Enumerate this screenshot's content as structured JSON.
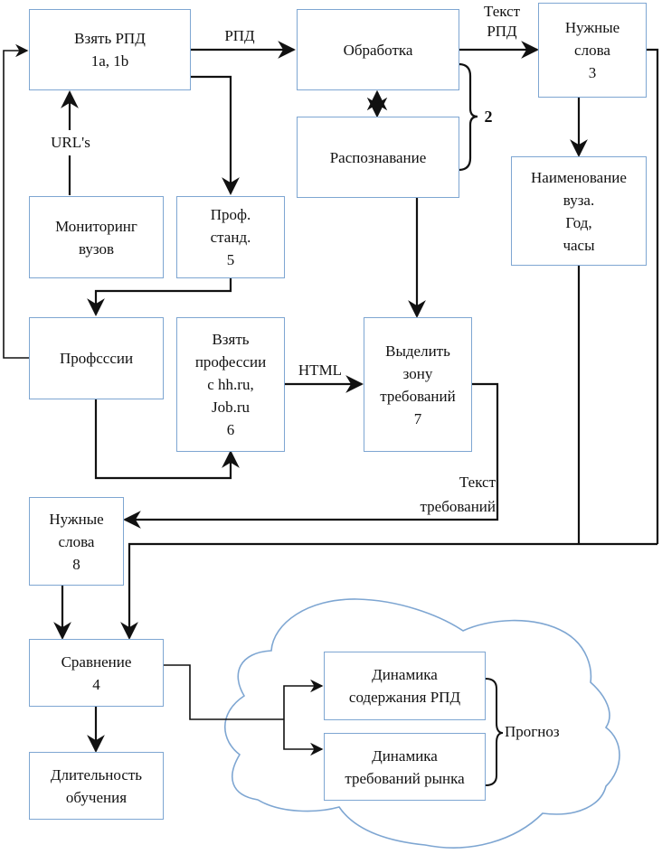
{
  "diagram": {
    "boxes": {
      "take_rpd": {
        "text": "Взять РПД\n1a, 1b"
      },
      "processing": {
        "text": "Обработка"
      },
      "recognition": {
        "text": "Распознавание"
      },
      "needed_words_3": {
        "text": "Нужные\nслова\n3"
      },
      "university_name": {
        "text": "Наименование\nвуза.\nГод,\nчасы"
      },
      "monitoring": {
        "text": "Мониторинг\nвузов"
      },
      "prof_standard": {
        "text": "Проф.\nстанд.\n5"
      },
      "professions": {
        "text": "Профсссии"
      },
      "take_professions": {
        "text": "Взять\nпрофессии\nс hh.ru,\nJob.ru\n6"
      },
      "extract_zone": {
        "text": "Выделить\nзону\nтребований\n7"
      },
      "needed_words_8": {
        "text": "Нужные\nслова\n8"
      },
      "comparison": {
        "text": "Сравнение\n4"
      },
      "duration": {
        "text": "Длительность\nобучения"
      },
      "dynamics_rpd": {
        "text": "Динамика\nсодержания РПД"
      },
      "dynamics_market": {
        "text": "Динамика\nтребований рынка"
      }
    },
    "edge_labels": {
      "rpd": "РПД",
      "rpd_text": "Текст\nРПД",
      "urls": "URL's",
      "html": "HTML",
      "requirements_text": "Текст\nтребований",
      "group_2": "2",
      "forecast": "Прогноз"
    },
    "colors": {
      "box_border": "#7ea6d2",
      "cloud_border": "#7ea6d2",
      "arrow": "#111111"
    }
  }
}
